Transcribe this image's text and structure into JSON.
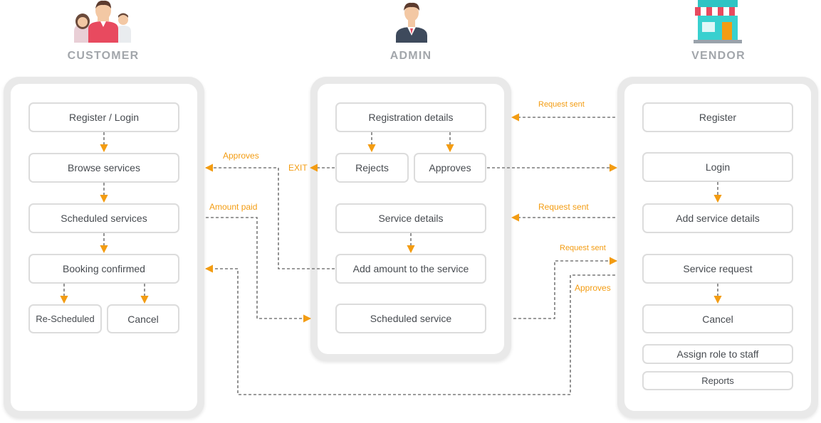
{
  "roles": {
    "customer": "CUSTOMER",
    "admin": "ADMIN",
    "vendor": "VENDOR"
  },
  "customer_nodes": {
    "register_login": "Register / Login",
    "browse_services": "Browse services",
    "scheduled_services": "Scheduled services",
    "booking_confirmed": "Booking confirmed",
    "rescheduled": "Re-Scheduled",
    "cancel": "Cancel"
  },
  "admin_nodes": {
    "registration_details": "Registration details",
    "rejects": "Rejects",
    "approves": "Approves",
    "service_details": "Service details",
    "add_amount": "Add amount to the service",
    "scheduled_service": "Scheduled service"
  },
  "vendor_nodes": {
    "register": "Register",
    "login": "Login",
    "add_service_details": "Add service details",
    "service_request": "Service request",
    "cancel": "Cancel",
    "assign_role": "Assign role to staff",
    "reports": "Reports"
  },
  "edge_labels": {
    "approves_to_customer": "Approves",
    "exit": "EXIT",
    "amount_paid": "Amount paid",
    "request_sent_register": "Request sent",
    "request_sent_service_details": "Request sent",
    "request_sent_service_request": "Request sent",
    "approves_vendor": "Approves"
  },
  "icons": {
    "customer": "people-group-icon",
    "admin": "businessman-icon",
    "vendor": "storefront-icon"
  },
  "colors": {
    "accent": "#f39c12",
    "connector": "#7a7a7a",
    "role_heading": "#a2a6ab",
    "panel_border": "#e9e9e9",
    "node_border": "#dcdcdc"
  }
}
